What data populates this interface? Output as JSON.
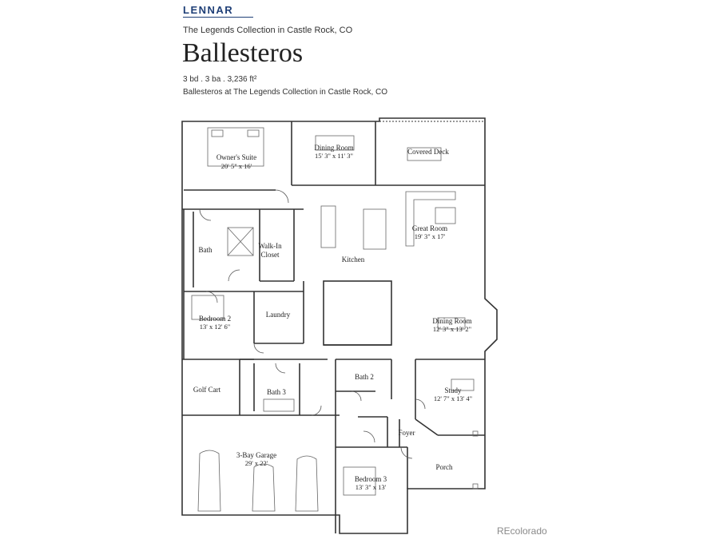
{
  "brand": "LENNAR",
  "collection": "The Legends Collection in Castle Rock, CO",
  "title": "Ballesteros",
  "specs": "3 bd . 3 ba . 3,236 ft²",
  "subtitle": "Ballesteros at The Legends Collection in Castle Rock, CO",
  "watermark": "REcolorado",
  "rooms": {
    "owners_suite": {
      "name": "Owner's Suite",
      "dim": "20' 5\" x 16'"
    },
    "dining_room_1": {
      "name": "Dining Room",
      "dim": "15' 3\" x 11' 3\""
    },
    "covered_deck": {
      "name": "Covered Deck"
    },
    "great_room": {
      "name": "Great Room",
      "dim": "19' 3\" x 17'"
    },
    "bath": {
      "name": "Bath"
    },
    "walk_in_closet": {
      "name": "Walk-In",
      "name2": "Closet"
    },
    "kitchen": {
      "name": "Kitchen"
    },
    "bedroom_2": {
      "name": "Bedroom 2",
      "dim": "13' x 12' 6\""
    },
    "laundry": {
      "name": "Laundry"
    },
    "dining_room_2": {
      "name": "Dining Room",
      "dim": "12' 3\" x 13' 2\""
    },
    "golf_cart": {
      "name": "Golf Cart"
    },
    "bath_3": {
      "name": "Bath 3"
    },
    "bath_2": {
      "name": "Bath 2"
    },
    "study": {
      "name": "Study",
      "dim": "12' 7\" x 13' 4\""
    },
    "foyer": {
      "name": "Foyer"
    },
    "garage": {
      "name": "3-Bay Garage",
      "dim": "29' x 22'"
    },
    "porch": {
      "name": "Porch"
    },
    "bedroom_3": {
      "name": "Bedroom 3",
      "dim": "13' 3\" x 13'"
    }
  }
}
